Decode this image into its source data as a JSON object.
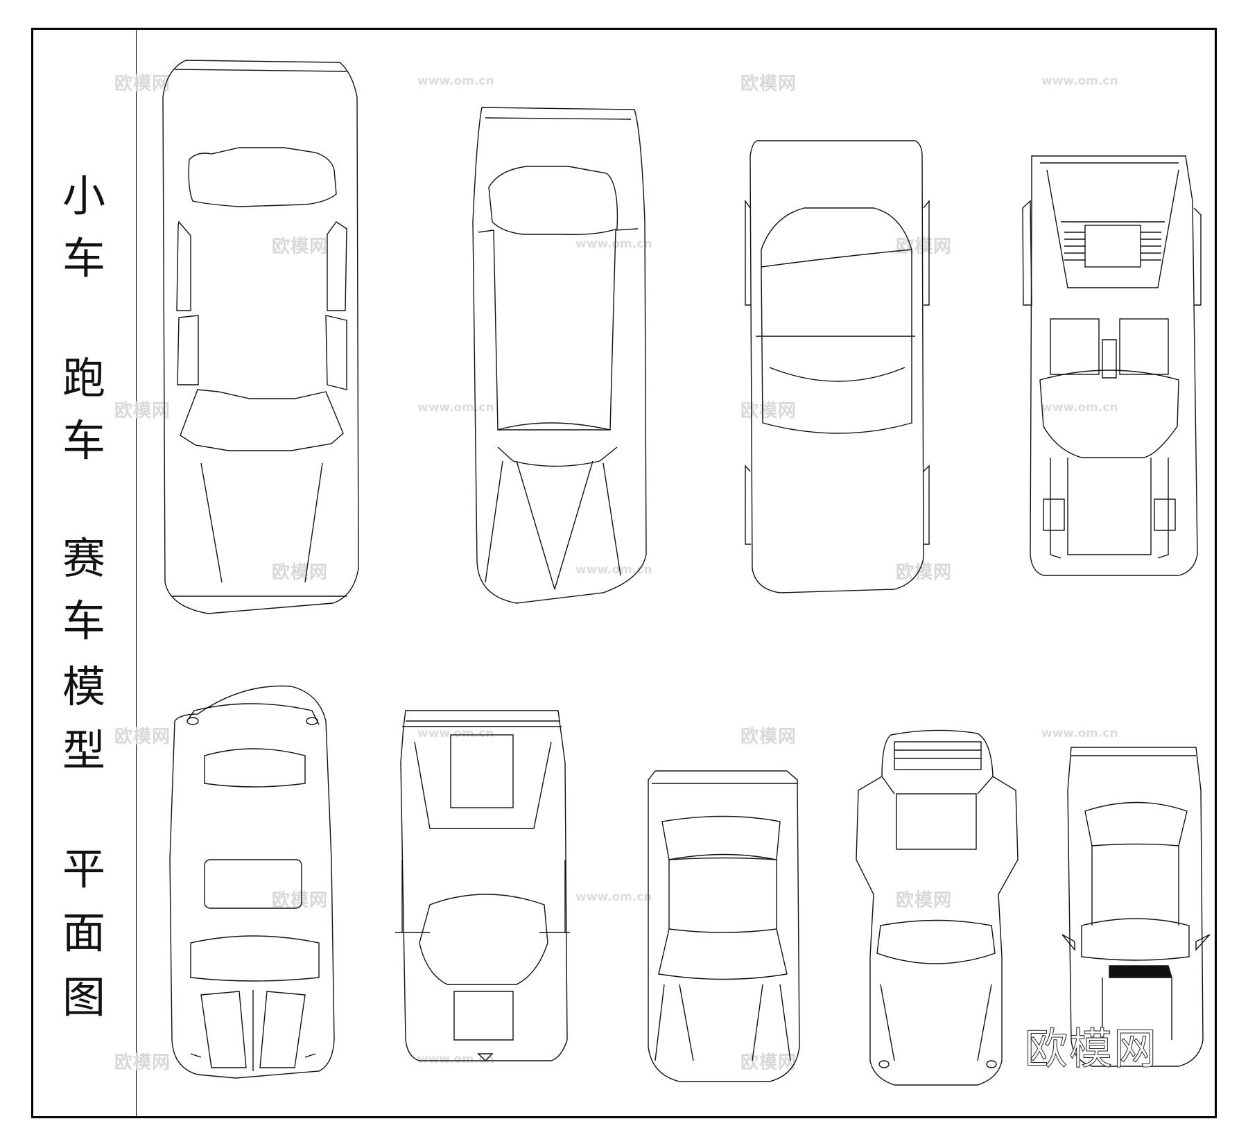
{
  "title_chars": [
    "小",
    "车",
    "跑",
    "车",
    "赛",
    "车",
    "模",
    "型",
    "平",
    "面",
    "图"
  ],
  "watermark": {
    "brand": "欧模网",
    "url": "www.om.cn"
  },
  "logo_text": "欧模网",
  "cars": [
    "sedan-top-view",
    "sport-coupe-top-view",
    "classic-coupe-top-view",
    "supercar-louvered-top-view",
    "roadster-top-view",
    "race-car-top-view",
    "compact-hatch-top-view",
    "rally-sportscar-top-view",
    "wedge-sportscar-top-view"
  ]
}
